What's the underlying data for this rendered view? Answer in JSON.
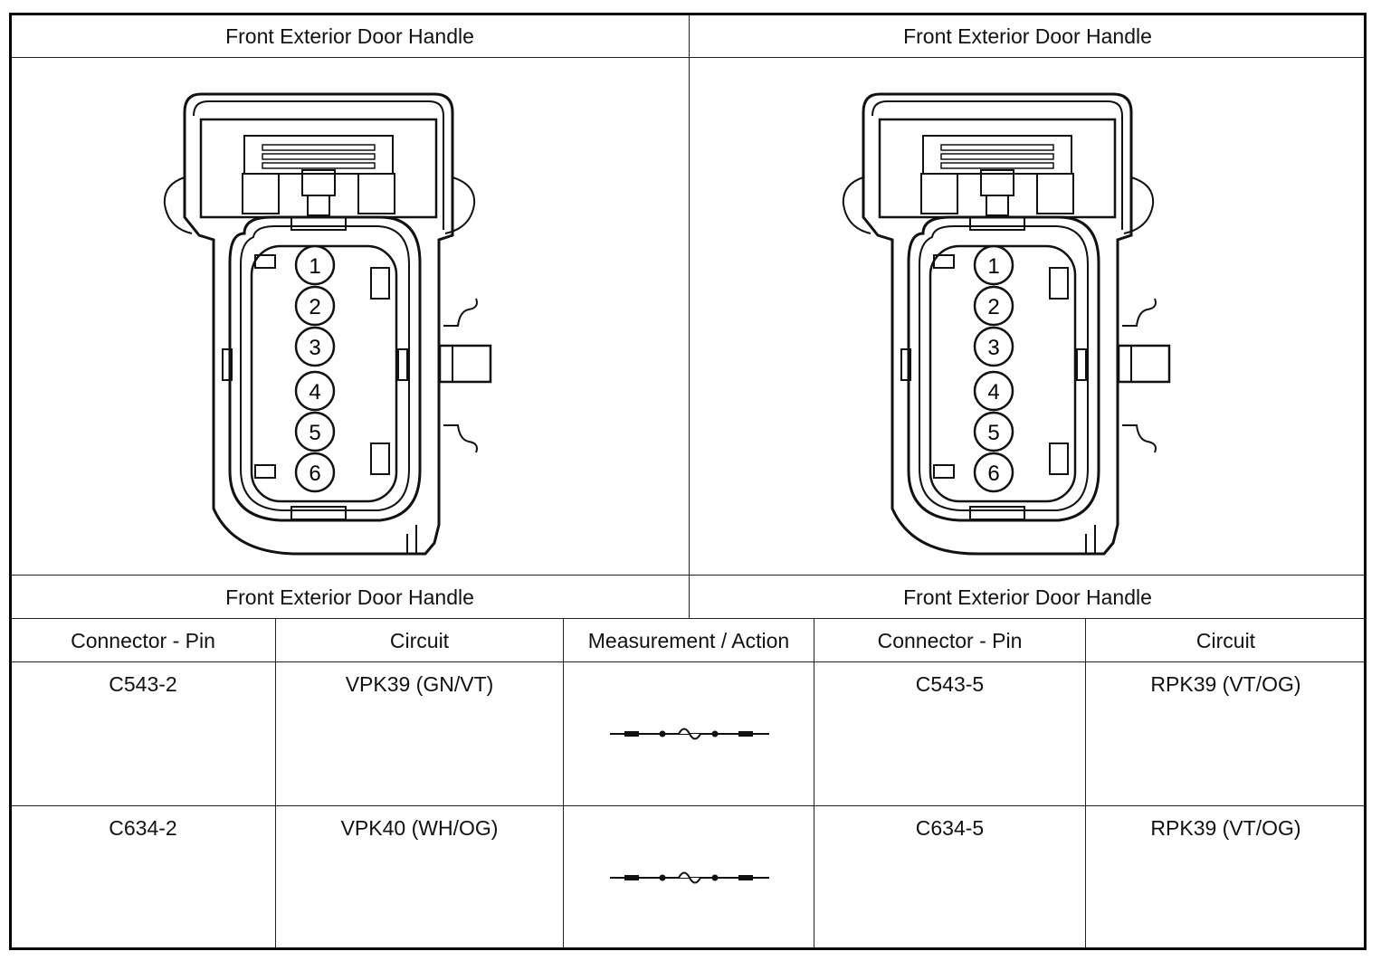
{
  "diagram": {
    "top_headers": [
      "Front Exterior Door Handle",
      "Front Exterior Door Handle"
    ],
    "bottom_captions": [
      "Front Exterior Door Handle",
      "Front Exterior Door Handle"
    ],
    "pins": [
      "1",
      "2",
      "3",
      "4",
      "5",
      "6"
    ]
  },
  "table": {
    "columns": [
      "Connector - Pin",
      "Circuit",
      "Measurement / Action",
      "Connector - Pin",
      "Circuit"
    ],
    "rows": [
      {
        "pin_a": "C543-2",
        "circuit_a": "VPK39 (GN/VT)",
        "pin_b": "C543-5",
        "circuit_b": "RPK39 (VT/OG)"
      },
      {
        "pin_a": "C634-2",
        "circuit_a": "VPK40 (WH/OG)",
        "pin_b": "C634-5",
        "circuit_b": "RPK39 (VT/OG)"
      }
    ],
    "measurement_icon": "fuse-continuity-icon"
  }
}
